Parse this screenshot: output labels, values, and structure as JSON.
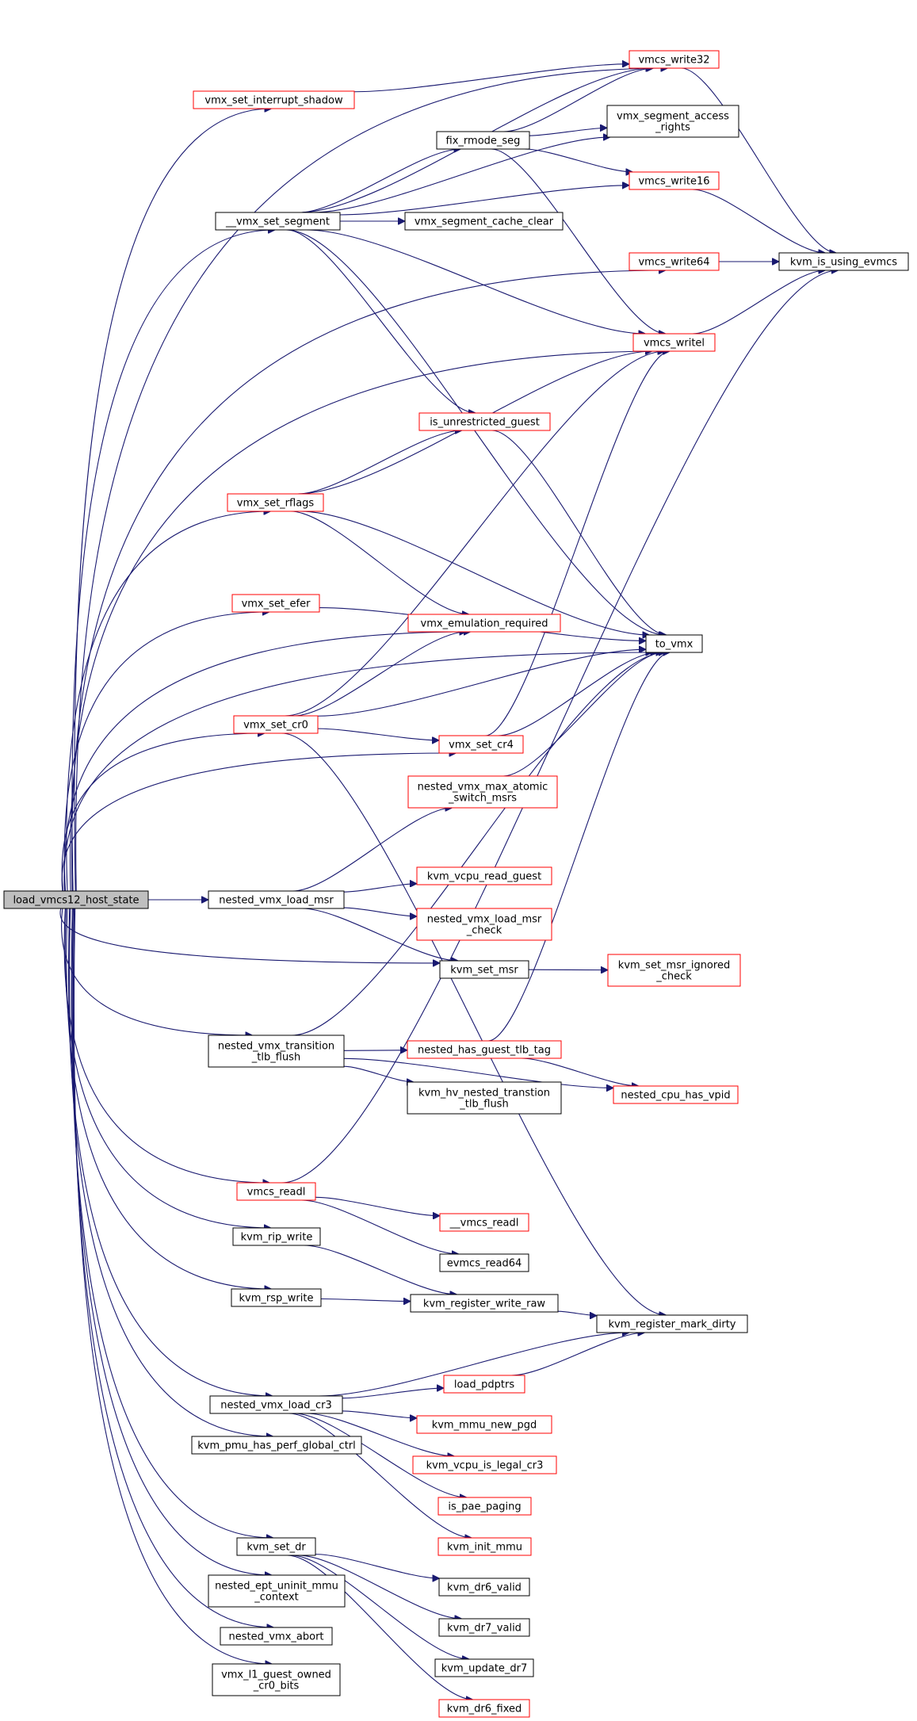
{
  "graph": {
    "colors": {
      "edge": "#191970",
      "root_fill": "#bfbfbf",
      "normal_border": "#000000",
      "truncated_border": "#ff0000"
    },
    "nodes": [
      {
        "id": "root",
        "lines": [
          "load_vmcs12_host_state"
        ],
        "style": "root"
      },
      {
        "id": "vmx_set_interrupt_shadow",
        "lines": [
          "vmx_set_interrupt_shadow"
        ],
        "style": "red"
      },
      {
        "id": "vmcs_write32",
        "lines": [
          "vmcs_write32"
        ],
        "style": "red"
      },
      {
        "id": "vmx_segment_access_rights",
        "lines": [
          "vmx_segment_access",
          "_rights"
        ],
        "style": "black"
      },
      {
        "id": "fix_rmode_seg",
        "lines": [
          "fix_rmode_seg"
        ],
        "style": "black"
      },
      {
        "id": "vmcs_write16",
        "lines": [
          "vmcs_write16"
        ],
        "style": "red"
      },
      {
        "id": "__vmx_set_segment",
        "lines": [
          "__vmx_set_segment"
        ],
        "style": "black"
      },
      {
        "id": "vmx_segment_cache_clear",
        "lines": [
          "vmx_segment_cache_clear"
        ],
        "style": "black"
      },
      {
        "id": "kvm_is_using_evmcs",
        "lines": [
          "kvm_is_using_evmcs"
        ],
        "style": "black"
      },
      {
        "id": "vmcs_write64",
        "lines": [
          "vmcs_write64"
        ],
        "style": "red"
      },
      {
        "id": "vmcs_writel",
        "lines": [
          "vmcs_writel"
        ],
        "style": "red"
      },
      {
        "id": "is_unrestricted_guest",
        "lines": [
          "is_unrestricted_guest"
        ],
        "style": "red"
      },
      {
        "id": "vmx_set_rflags",
        "lines": [
          "vmx_set_rflags"
        ],
        "style": "red"
      },
      {
        "id": "vmx_set_efer",
        "lines": [
          "vmx_set_efer"
        ],
        "style": "red"
      },
      {
        "id": "vmx_emulation_required",
        "lines": [
          "vmx_emulation_required"
        ],
        "style": "red"
      },
      {
        "id": "to_vmx",
        "lines": [
          "to_vmx"
        ],
        "style": "black"
      },
      {
        "id": "vmx_set_cr0",
        "lines": [
          "vmx_set_cr0"
        ],
        "style": "red"
      },
      {
        "id": "vmx_set_cr4",
        "lines": [
          "vmx_set_cr4"
        ],
        "style": "red"
      },
      {
        "id": "nested_vmx_max_atomic_switch_msrs",
        "lines": [
          "nested_vmx_max_atomic",
          "_switch_msrs"
        ],
        "style": "red"
      },
      {
        "id": "nested_vmx_load_msr",
        "lines": [
          "nested_vmx_load_msr"
        ],
        "style": "black"
      },
      {
        "id": "kvm_vcpu_read_guest",
        "lines": [
          "kvm_vcpu_read_guest"
        ],
        "style": "red"
      },
      {
        "id": "nested_vmx_load_msr_check",
        "lines": [
          "nested_vmx_load_msr",
          "_check"
        ],
        "style": "red"
      },
      {
        "id": "kvm_set_msr",
        "lines": [
          "kvm_set_msr"
        ],
        "style": "black"
      },
      {
        "id": "kvm_set_msr_ignored_check",
        "lines": [
          "kvm_set_msr_ignored",
          "_check"
        ],
        "style": "red"
      },
      {
        "id": "nested_vmx_transition_tlb_flush",
        "lines": [
          "nested_vmx_transition",
          "_tlb_flush"
        ],
        "style": "black"
      },
      {
        "id": "nested_has_guest_tlb_tag",
        "lines": [
          "nested_has_guest_tlb_tag"
        ],
        "style": "red"
      },
      {
        "id": "kvm_hv_nested_transtion_tlb_flush",
        "lines": [
          "kvm_hv_nested_transtion",
          "_tlb_flush"
        ],
        "style": "black"
      },
      {
        "id": "nested_cpu_has_vpid",
        "lines": [
          "nested_cpu_has_vpid"
        ],
        "style": "red"
      },
      {
        "id": "vmcs_readl",
        "lines": [
          "vmcs_readl"
        ],
        "style": "red"
      },
      {
        "id": "__vmcs_readl",
        "lines": [
          "__vmcs_readl"
        ],
        "style": "red"
      },
      {
        "id": "evmcs_read64",
        "lines": [
          "evmcs_read64"
        ],
        "style": "black"
      },
      {
        "id": "kvm_rip_write",
        "lines": [
          "kvm_rip_write"
        ],
        "style": "black"
      },
      {
        "id": "kvm_rsp_write",
        "lines": [
          "kvm_rsp_write"
        ],
        "style": "black"
      },
      {
        "id": "kvm_register_write_raw",
        "lines": [
          "kvm_register_write_raw"
        ],
        "style": "black"
      },
      {
        "id": "kvm_register_mark_dirty",
        "lines": [
          "kvm_register_mark_dirty"
        ],
        "style": "black"
      },
      {
        "id": "nested_vmx_load_cr3",
        "lines": [
          "nested_vmx_load_cr3"
        ],
        "style": "black"
      },
      {
        "id": "load_pdptrs",
        "lines": [
          "load_pdptrs"
        ],
        "style": "red"
      },
      {
        "id": "kvm_mmu_new_pgd",
        "lines": [
          "kvm_mmu_new_pgd"
        ],
        "style": "red"
      },
      {
        "id": "kvm_pmu_has_perf_global_ctrl",
        "lines": [
          "kvm_pmu_has_perf_global_ctrl"
        ],
        "style": "black"
      },
      {
        "id": "kvm_vcpu_is_legal_cr3",
        "lines": [
          "kvm_vcpu_is_legal_cr3"
        ],
        "style": "red"
      },
      {
        "id": "is_pae_paging",
        "lines": [
          "is_pae_paging"
        ],
        "style": "red"
      },
      {
        "id": "kvm_init_mmu",
        "lines": [
          "kvm_init_mmu"
        ],
        "style": "red"
      },
      {
        "id": "kvm_set_dr",
        "lines": [
          "kvm_set_dr"
        ],
        "style": "black"
      },
      {
        "id": "kvm_dr6_valid",
        "lines": [
          "kvm_dr6_valid"
        ],
        "style": "black"
      },
      {
        "id": "nested_ept_uninit_mmu_context",
        "lines": [
          "nested_ept_uninit_mmu",
          "_context"
        ],
        "style": "black"
      },
      {
        "id": "kvm_dr7_valid",
        "lines": [
          "kvm_dr7_valid"
        ],
        "style": "black"
      },
      {
        "id": "nested_vmx_abort",
        "lines": [
          "nested_vmx_abort"
        ],
        "style": "black"
      },
      {
        "id": "kvm_update_dr7",
        "lines": [
          "kvm_update_dr7"
        ],
        "style": "black"
      },
      {
        "id": "vmx_l1_guest_owned_cr0_bits",
        "lines": [
          "vmx_l1_guest_owned",
          "_cr0_bits"
        ],
        "style": "black"
      },
      {
        "id": "kvm_dr6_fixed",
        "lines": [
          "kvm_dr6_fixed"
        ],
        "style": "red"
      }
    ],
    "edges": [
      [
        "root",
        "vmcs_write32"
      ],
      [
        "root",
        "vmx_set_interrupt_shadow"
      ],
      [
        "root",
        "__vmx_set_segment"
      ],
      [
        "root",
        "vmcs_write64"
      ],
      [
        "root",
        "vmcs_writel"
      ],
      [
        "root",
        "vmx_set_rflags"
      ],
      [
        "root",
        "to_vmx"
      ],
      [
        "root",
        "vmx_set_efer"
      ],
      [
        "root",
        "vmx_emulation_required"
      ],
      [
        "root",
        "vmx_set_cr0"
      ],
      [
        "root",
        "vmx_set_cr4"
      ],
      [
        "root",
        "nested_vmx_load_msr"
      ],
      [
        "root",
        "kvm_set_msr"
      ],
      [
        "root",
        "nested_vmx_transition_tlb_flush"
      ],
      [
        "root",
        "vmcs_readl"
      ],
      [
        "root",
        "kvm_rip_write"
      ],
      [
        "root",
        "kvm_rsp_write"
      ],
      [
        "root",
        "nested_vmx_load_cr3"
      ],
      [
        "root",
        "kvm_pmu_has_perf_global_ctrl"
      ],
      [
        "root",
        "kvm_set_dr"
      ],
      [
        "root",
        "nested_ept_uninit_mmu_context"
      ],
      [
        "root",
        "nested_vmx_abort"
      ],
      [
        "root",
        "vmx_l1_guest_owned_cr0_bits"
      ],
      [
        "vmx_set_interrupt_shadow",
        "vmcs_write32"
      ],
      [
        "vmcs_write32",
        "kvm_is_using_evmcs"
      ],
      [
        "__vmx_set_segment",
        "vmcs_write32"
      ],
      [
        "__vmx_set_segment",
        "vmx_segment_access_rights"
      ],
      [
        "__vmx_set_segment",
        "fix_rmode_seg"
      ],
      [
        "__vmx_set_segment",
        "vmcs_write16"
      ],
      [
        "__vmx_set_segment",
        "vmx_segment_cache_clear"
      ],
      [
        "__vmx_set_segment",
        "vmcs_writel"
      ],
      [
        "__vmx_set_segment",
        "is_unrestricted_guest"
      ],
      [
        "__vmx_set_segment",
        "to_vmx"
      ],
      [
        "fix_rmode_seg",
        "vmcs_write32"
      ],
      [
        "fix_rmode_seg",
        "vmx_segment_access_rights"
      ],
      [
        "fix_rmode_seg",
        "vmcs_write16"
      ],
      [
        "fix_rmode_seg",
        "vmcs_writel"
      ],
      [
        "vmcs_write16",
        "kvm_is_using_evmcs"
      ],
      [
        "vmcs_write64",
        "kvm_is_using_evmcs"
      ],
      [
        "vmcs_writel",
        "kvm_is_using_evmcs"
      ],
      [
        "is_unrestricted_guest",
        "to_vmx"
      ],
      [
        "vmx_set_rflags",
        "is_unrestricted_guest"
      ],
      [
        "vmx_set_rflags",
        "vmcs_writel"
      ],
      [
        "vmx_set_rflags",
        "to_vmx"
      ],
      [
        "vmx_set_rflags",
        "vmx_emulation_required"
      ],
      [
        "vmx_set_efer",
        "to_vmx"
      ],
      [
        "vmx_set_cr0",
        "vmx_emulation_required"
      ],
      [
        "vmx_set_cr0",
        "vmcs_writel"
      ],
      [
        "vmx_set_cr0",
        "to_vmx"
      ],
      [
        "vmx_set_cr0",
        "vmx_set_cr4"
      ],
      [
        "vmx_set_cr0",
        "kvm_register_mark_dirty"
      ],
      [
        "vmx_set_cr4",
        "vmcs_writel"
      ],
      [
        "vmx_set_cr4",
        "to_vmx"
      ],
      [
        "nested_vmx_max_atomic_switch_msrs",
        "to_vmx"
      ],
      [
        "nested_vmx_load_msr",
        "nested_vmx_max_atomic_switch_msrs"
      ],
      [
        "nested_vmx_load_msr",
        "kvm_vcpu_read_guest"
      ],
      [
        "nested_vmx_load_msr",
        "nested_vmx_load_msr_check"
      ],
      [
        "nested_vmx_load_msr",
        "kvm_set_msr"
      ],
      [
        "kvm_set_msr",
        "kvm_set_msr_ignored_check"
      ],
      [
        "nested_vmx_transition_tlb_flush",
        "to_vmx"
      ],
      [
        "nested_vmx_transition_tlb_flush",
        "nested_has_guest_tlb_tag"
      ],
      [
        "nested_vmx_transition_tlb_flush",
        "kvm_hv_nested_transtion_tlb_flush"
      ],
      [
        "nested_vmx_transition_tlb_flush",
        "nested_cpu_has_vpid"
      ],
      [
        "nested_has_guest_tlb_tag",
        "to_vmx"
      ],
      [
        "nested_has_guest_tlb_tag",
        "nested_cpu_has_vpid"
      ],
      [
        "vmcs_readl",
        "kvm_is_using_evmcs"
      ],
      [
        "vmcs_readl",
        "__vmcs_readl"
      ],
      [
        "vmcs_readl",
        "evmcs_read64"
      ],
      [
        "kvm_rip_write",
        "kvm_register_write_raw"
      ],
      [
        "kvm_rsp_write",
        "kvm_register_write_raw"
      ],
      [
        "kvm_register_write_raw",
        "kvm_register_mark_dirty"
      ],
      [
        "nested_vmx_load_cr3",
        "kvm_register_mark_dirty"
      ],
      [
        "nested_vmx_load_cr3",
        "load_pdptrs"
      ],
      [
        "nested_vmx_load_cr3",
        "kvm_mmu_new_pgd"
      ],
      [
        "nested_vmx_load_cr3",
        "kvm_vcpu_is_legal_cr3"
      ],
      [
        "nested_vmx_load_cr3",
        "is_pae_paging"
      ],
      [
        "nested_vmx_load_cr3",
        "kvm_init_mmu"
      ],
      [
        "load_pdptrs",
        "kvm_register_mark_dirty"
      ],
      [
        "kvm_set_dr",
        "kvm_dr6_valid"
      ],
      [
        "kvm_set_dr",
        "kvm_dr7_valid"
      ],
      [
        "kvm_set_dr",
        "kvm_update_dr7"
      ],
      [
        "kvm_set_dr",
        "kvm_dr6_fixed"
      ]
    ]
  }
}
